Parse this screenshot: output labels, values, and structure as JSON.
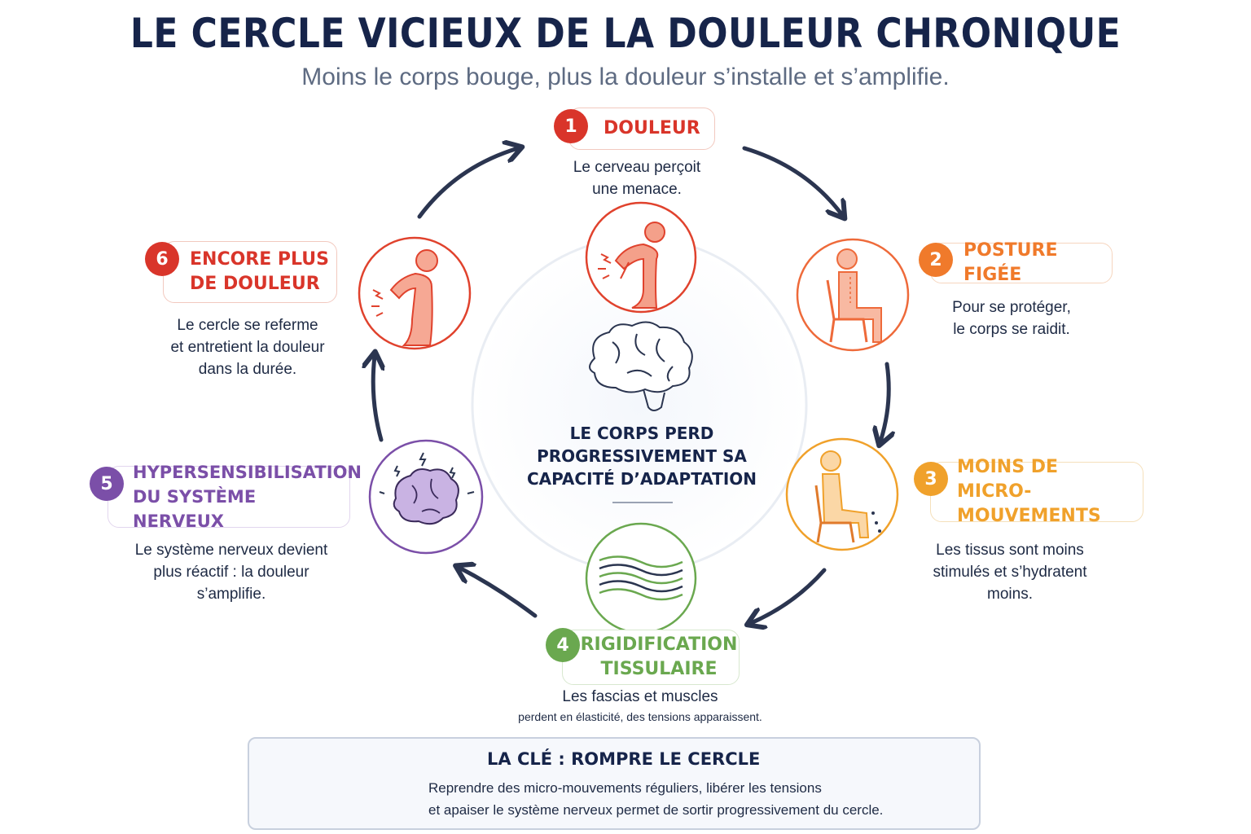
{
  "title": "LE CERCLE VICIEUX DE LA DOULEUR CHRONIQUE",
  "subtitle": "Moins le corps bouge, plus la douleur s’installe et s’amplifie.",
  "colors": {
    "step1": "#d9352a",
    "step2": "#f07a2b",
    "step3": "#f0a12b",
    "step4": "#6aa84f",
    "step5": "#7b4fa8",
    "step6": "#d9352a",
    "arrow": "#2b3550",
    "navy": "#16244a"
  },
  "steps": [
    {
      "number": "1",
      "title": [
        "DOULEUR"
      ],
      "desc": [
        "Le cerveau perçoit",
        "une menace."
      ],
      "icon": "back-pain-icon"
    },
    {
      "number": "2",
      "title": [
        "POSTURE FIGÉE"
      ],
      "desc": [
        "Pour se protéger,",
        "le corps se raidit."
      ],
      "icon": "seated-stiff-icon"
    },
    {
      "number": "3",
      "title": [
        "MOINS DE",
        "MICRO-MOUVEMENTS"
      ],
      "desc": [
        "Les tissus sont moins",
        "stimulés et s’hydratent",
        "moins."
      ],
      "icon": "seated-still-icon"
    },
    {
      "number": "4",
      "title": [
        "RIGIDIFICATION",
        "TISSULAIRE"
      ],
      "desc": [
        "Les fascias et muscles",
        "perdent en élasticité, des tensions apparaissent."
      ],
      "icon": "fascia-fibers-icon"
    },
    {
      "number": "5",
      "title": [
        "HYPERSENSIBILISATION",
        "DU SYSTÈME NERVEUX"
      ],
      "desc": [
        "Le système nerveux devient",
        "plus réactif : la douleur",
        "s’amplifie."
      ],
      "icon": "sensitive-brain-icon"
    },
    {
      "number": "6",
      "title": [
        "ENCORE PLUS",
        "DE DOULEUR"
      ],
      "desc": [
        "Le cercle se referme",
        "et entretient la douleur",
        "dans la durée."
      ],
      "icon": "back-pain-icon"
    }
  ],
  "center": {
    "lines": [
      "LE CORPS PERD",
      "PROGRESSIVEMENT SA",
      "CAPACITÉ D’ADAPTATION"
    ],
    "icon": "brain-icon"
  },
  "key": {
    "title": "LA CLÉ : ROMPRE LE CERCLE",
    "lines": [
      "Reprendre des micro-mouvements réguliers, libérer les tensions",
      "et apaiser le système nerveux permet de sortir progressivement du cercle."
    ],
    "icon": "walking-person-icon"
  }
}
